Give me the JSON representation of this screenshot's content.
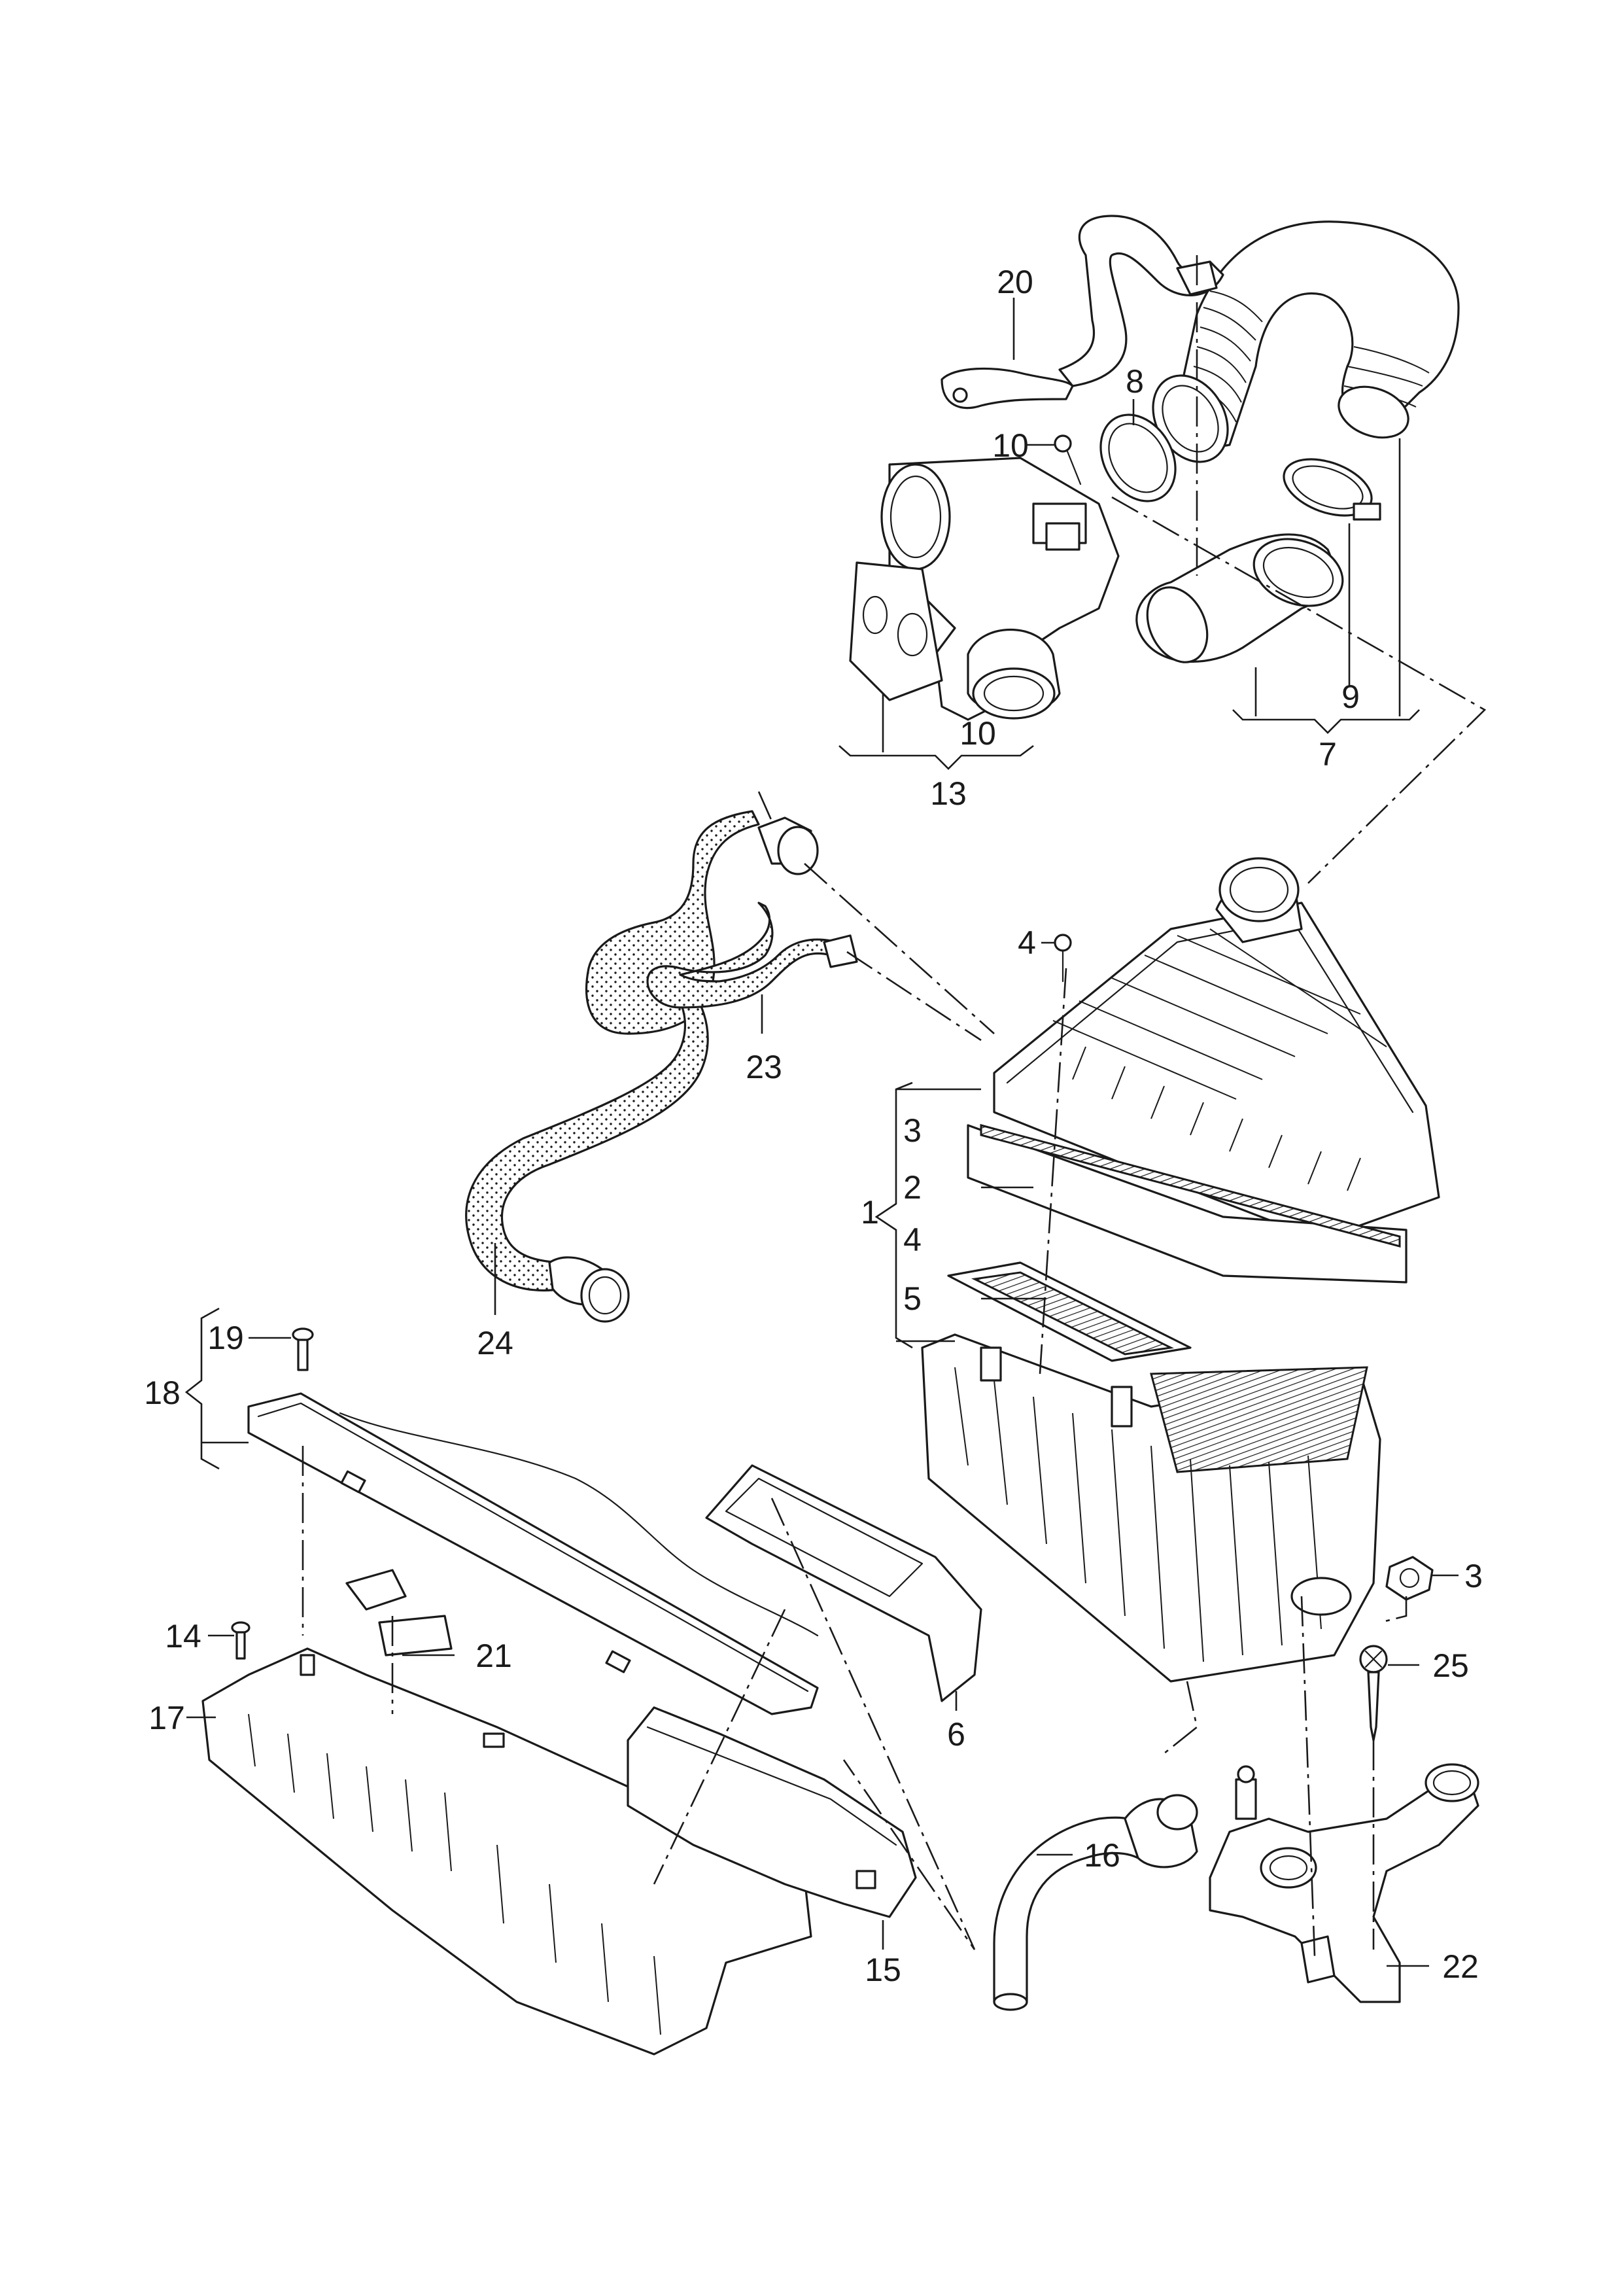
{
  "callouts": {
    "c1": "1",
    "c2": "2",
    "c3a": "3",
    "c3b": "3",
    "c4a": "4",
    "c4b": "4",
    "c5": "5",
    "c6": "6",
    "c7": "7",
    "c8": "8",
    "c9": "9",
    "c10a": "10",
    "c10b": "10",
    "c13": "13",
    "c14": "14",
    "c15": "15",
    "c16": "16",
    "c17": "17",
    "c18": "18",
    "c19": "19",
    "c20": "20",
    "c21": "21",
    "c22": "22",
    "c23": "23",
    "c24": "24",
    "c25": "25"
  }
}
